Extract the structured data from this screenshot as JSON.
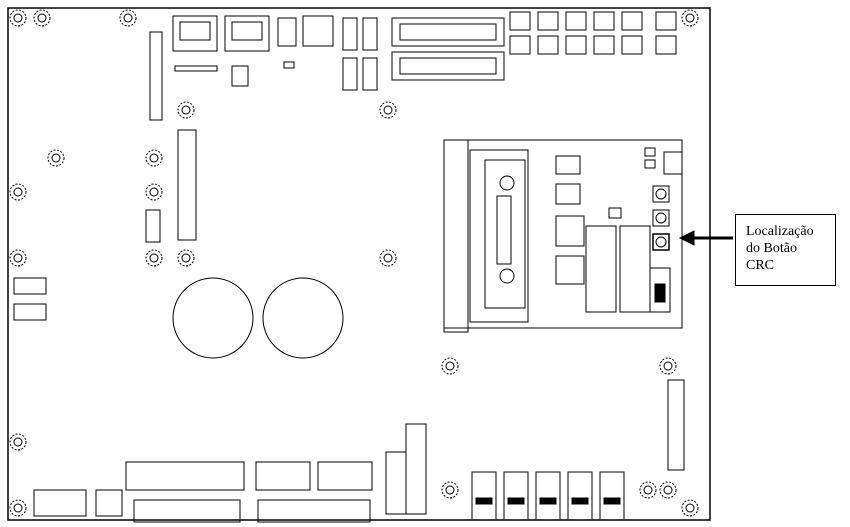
{
  "diagram": {
    "type": "pcb-layout",
    "callout": {
      "lines": [
        "Localização",
        "do Botão",
        "CRC"
      ]
    },
    "colors": {
      "line": "#000000",
      "background": "#ffffff"
    }
  }
}
